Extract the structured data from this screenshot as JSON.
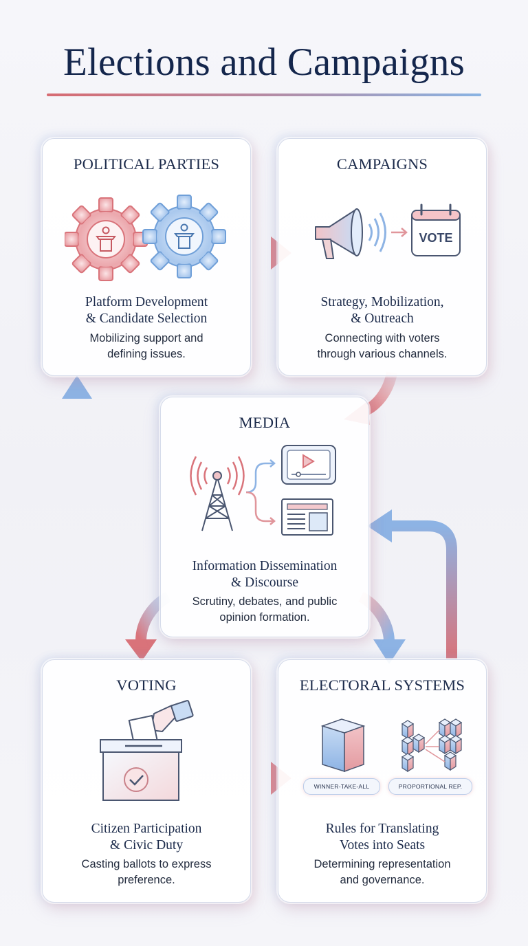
{
  "title": "Elections and Campaigns",
  "colors": {
    "red": "#d9737a",
    "blue": "#8db3e4",
    "navy": "#14264c"
  },
  "cards": {
    "parties": {
      "title": "POLITICAL PARTIES",
      "subtitle": "Platform Development\n& Candidate Selection",
      "desc": "Mobilizing support and\ndefining issues.",
      "icon": "gears-podium-icon"
    },
    "campaigns": {
      "title": "CAMPAIGNS",
      "subtitle": "Strategy, Mobilization,\n& Outreach",
      "desc": "Connecting with voters\nthrough various channels.",
      "icon": "megaphone-calendar-icon",
      "calendar_text": "VOTE"
    },
    "media": {
      "title": "MEDIA",
      "subtitle": "Information Dissemination\n& Discourse",
      "desc": "Scrutiny, debates, and public\nopinion formation.",
      "icon": "broadcast-tower-icon"
    },
    "voting": {
      "title": "VOTING",
      "subtitle": "Citizen Participation\n& Civic Duty",
      "desc": "Casting ballots to express\npreference.",
      "icon": "ballot-box-icon"
    },
    "electoral": {
      "title": "ELECTORAL SYSTEMS",
      "subtitle": "Rules for Translating\nVotes into Seats",
      "desc": "Determining representation\nand governance.",
      "icon": "blocks-icon",
      "pills": [
        "WINNER-TAKE-ALL",
        "PROPORTIONAL REP."
      ]
    }
  }
}
